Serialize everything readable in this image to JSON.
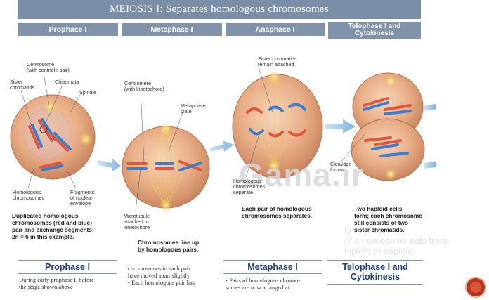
{
  "banner": {
    "title": "MEIOSIS I: Separates homologous chromosomes"
  },
  "stages": [
    {
      "title": "Prophase I"
    },
    {
      "title": "Metaphase I"
    },
    {
      "title": "Anaphase I"
    },
    {
      "title": "Telophase I and Cytokinesis"
    }
  ],
  "labels": {
    "centrosome": "Centrosome\n(with centriole pair)",
    "sister_chromatids": "Sister\nchromatids",
    "chiasmata": "Chiasmata",
    "spindle": "Spindle",
    "homologous_chromosomes": "Homologous\nchromosomes",
    "fragments": "Fragments\nof nuclear\nenvelope",
    "centromere": "Centromere\n(with kinetochore)",
    "metaphase_plate": "Metaphase\nplate",
    "microtubule": "Microtubule\nattached to\nkinetochore",
    "sister_remain": "Sister chromatids\nremain attached",
    "homologous_separate": "Homologous\nchromosomes\nseparate",
    "cleavage": "Cleavage\nfurrow"
  },
  "captions": {
    "prophase": "Duplicated homologous\nchromosomes (red and blue)\npair and exchange segments;\n2n = 6 in this example.",
    "metaphase": "Chromosomes line up\nby homologous pairs.",
    "anaphase": "Each pair of homologous\nchromosomes separates.",
    "telophase": "Two haploid cells\nform; each chromosome\nstill consists of two\nsister chromatids."
  },
  "sections": {
    "prophase": "Prophase I",
    "metaphase": "Metaphase I",
    "telophase": "Telophase I and\nCytokinesis"
  },
  "body_text": {
    "prophase": "During early prophase I, before\nthe stage shown above",
    "metaphase_col": "chromosomes in each pair\nhave moved apart slightly.\n• Each homologous pair has",
    "metaphase": "• Pairs of homologous chromo-\nsomes are now arranged at"
  },
  "watermark": "Gama.ir",
  "faint_text": "ty the number\nof chromosome sets from\ndiploid to haploid",
  "colors": {
    "banner": "#7b8ea7",
    "header": "#8193ab",
    "section": "#1f3d7a",
    "cell": "#e3a27a",
    "red": "#e0573e",
    "blue": "#3b7fcc"
  }
}
